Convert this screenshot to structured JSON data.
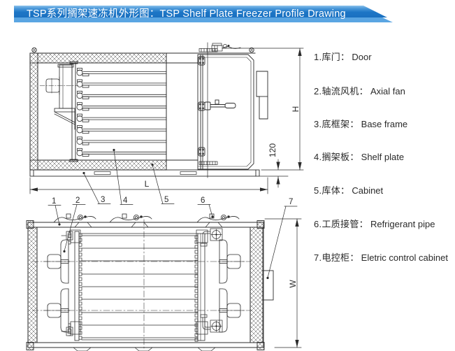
{
  "header": {
    "title": "TSP系列搁架速冻机外形图：TSP Shelf Plate Freezer Profile Drawing"
  },
  "legend": {
    "items": [
      {
        "zh": "1.库门：",
        "en": "Door"
      },
      {
        "zh": "2.轴流风机：",
        "en": "Axial fan"
      },
      {
        "zh": "3.底框架：",
        "en": "Base frame"
      },
      {
        "zh": "4.搁架板：",
        "en": "Shelf plate"
      },
      {
        "zh": "5.库体：",
        "en": "Cabinet"
      },
      {
        "zh": "6.工质接管：",
        "en": "Refrigerant pipe"
      },
      {
        "zh": "7.电控柜：",
        "en": "Eletric control cabinet"
      }
    ]
  },
  "dimensions": {
    "length": "L",
    "height": "H",
    "width": "W",
    "base_height": "120"
  },
  "callouts": [
    "1",
    "2",
    "3",
    "4",
    "5",
    "6",
    "7"
  ],
  "colors": {
    "banner_main": "#1d76c6",
    "banner_light": "#5aa5e2",
    "line": "#2b2b2b",
    "text": "#2a2a2a"
  }
}
